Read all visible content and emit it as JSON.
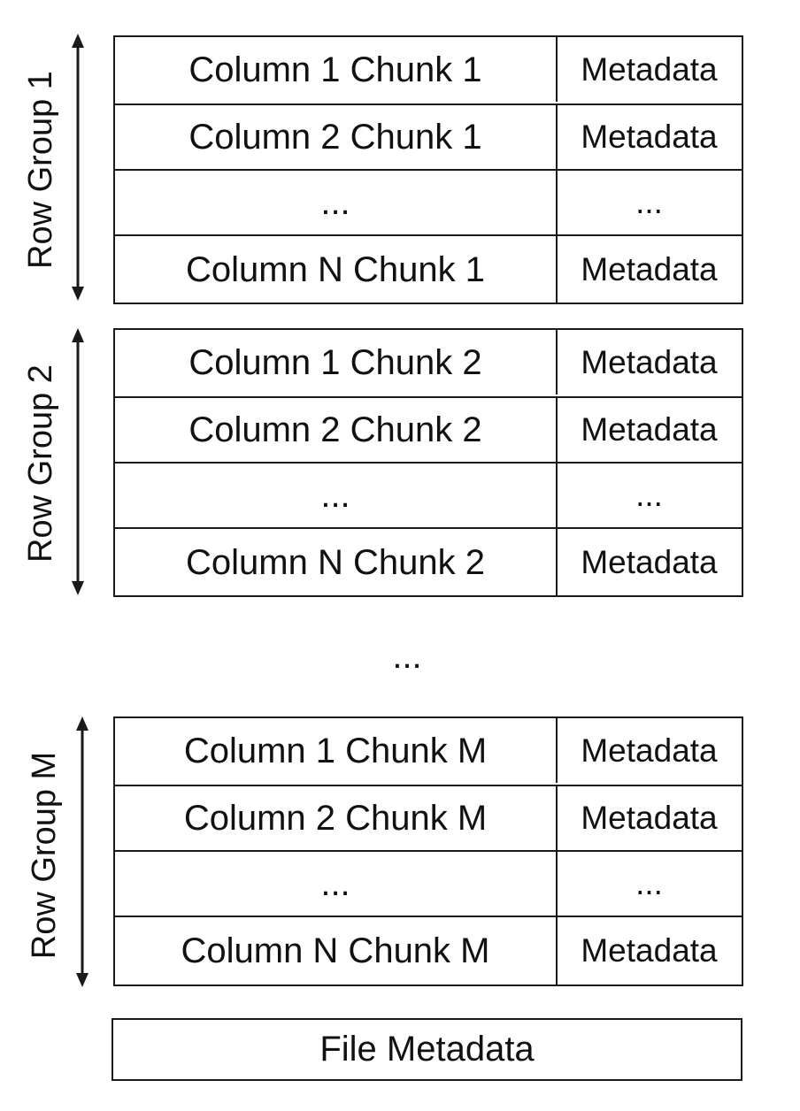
{
  "row_groups": [
    {
      "label": "Row Group 1",
      "rows": [
        {
          "chunk": "Column 1 Chunk 1",
          "meta": "Metadata"
        },
        {
          "chunk": "Column 2 Chunk 1",
          "meta": "Metadata"
        },
        {
          "chunk": "...",
          "meta": "..."
        },
        {
          "chunk": "Column N Chunk 1",
          "meta": "Metadata"
        }
      ]
    },
    {
      "label": "Row Group 2",
      "rows": [
        {
          "chunk": "Column 1 Chunk 2",
          "meta": "Metadata"
        },
        {
          "chunk": "Column 2 Chunk 2",
          "meta": "Metadata"
        },
        {
          "chunk": "...",
          "meta": "..."
        },
        {
          "chunk": "Column N Chunk 2",
          "meta": "Metadata"
        }
      ]
    },
    {
      "label": "Row Group M",
      "rows": [
        {
          "chunk": "Column 1 Chunk M",
          "meta": "Metadata"
        },
        {
          "chunk": "Column 2 Chunk M",
          "meta": "Metadata"
        },
        {
          "chunk": "...",
          "meta": "..."
        },
        {
          "chunk": "Column N Chunk M",
          "meta": "Metadata"
        }
      ]
    }
  ],
  "between_groups": "...",
  "file_metadata": "File Metadata"
}
